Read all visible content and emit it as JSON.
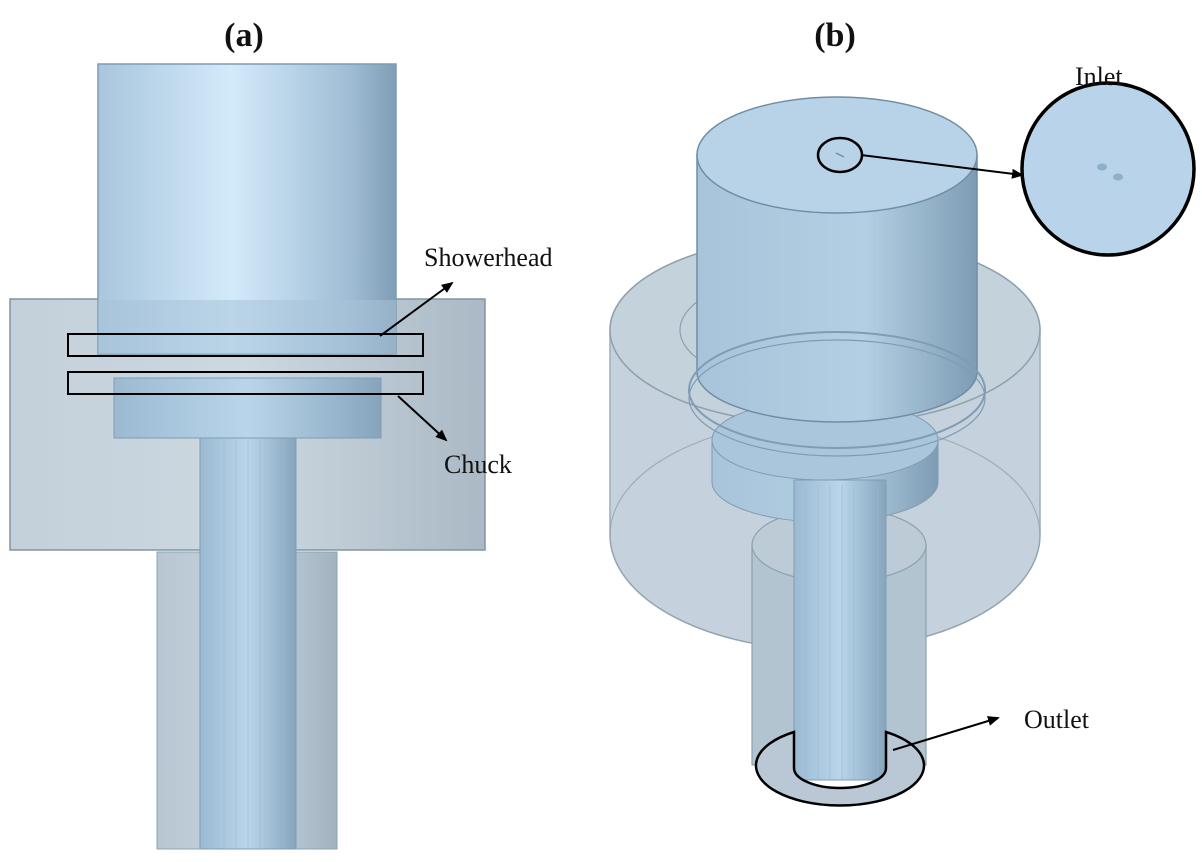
{
  "panels": {
    "a": {
      "label": "(a)",
      "callouts": {
        "showerhead": "Showerhead",
        "chuck": "Chuck"
      }
    },
    "b": {
      "label": "(b)",
      "callouts": {
        "inlet": "Inlet",
        "outlet": "Outlet"
      }
    }
  },
  "colors": {
    "body_fill": "#b8d2e8",
    "body_light": "#d4eaf8",
    "body_dark": "#7d9bb3",
    "housing_fill": "#b4c4d0",
    "outline": "#000000",
    "background": "#ffffff"
  }
}
